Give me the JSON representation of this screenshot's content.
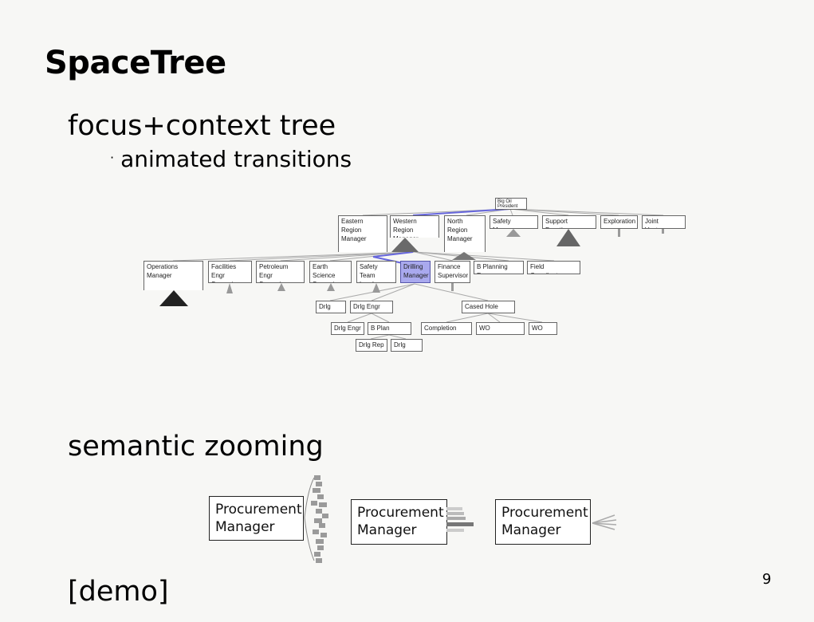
{
  "slide": {
    "title": "SpaceTree",
    "bullet1": "focus+context tree",
    "sub1": "animated transitions",
    "bullet2": "semantic zooming",
    "bullet3": "[demo]",
    "page_number": "9"
  },
  "tree": {
    "root": "Big Oil\nPresident",
    "level1": [
      "Eastern Region\nManager\n\n**Tech Asst",
      "Western Region\nManager",
      "North Region\nManager\n\n**Tech Asst",
      "Safety Manager",
      "Support Functions",
      "Exploration",
      "Joint Ventures"
    ],
    "level2": [
      "Operations Manager\n\n**Ops Asst",
      "Facilities Engr\nSupervisor",
      "Petroleum Engr\nSupervisor",
      "Earth Science\nSupervisor",
      "Safety Team\nLeader",
      "Drilling\nManager",
      "Finance\nSupervisor",
      "B Planning Engr",
      "Field Coordinator"
    ],
    "level3": [
      "Drlg Supt",
      "Drlg Engr Mgr",
      "Cased Hole Supt"
    ],
    "level4": [
      "Drlg Engr",
      "B Plan Analyst",
      "Completion Engr",
      "WO Plan/Coord",
      "WO Rep"
    ],
    "level5": [
      "Drlg Rep",
      "Drlg Tech"
    ]
  },
  "zoom": {
    "box1": "Procurement\nManager",
    "box2": "Procurement\nManager",
    "box3": "Procurement\nManager"
  },
  "colors": {
    "focus_fill": "#a9a9ee",
    "focus_path": "#6666dd",
    "triangle_dark": "#333333",
    "triangle_mid": "#666666",
    "triangle_light": "#999999"
  }
}
